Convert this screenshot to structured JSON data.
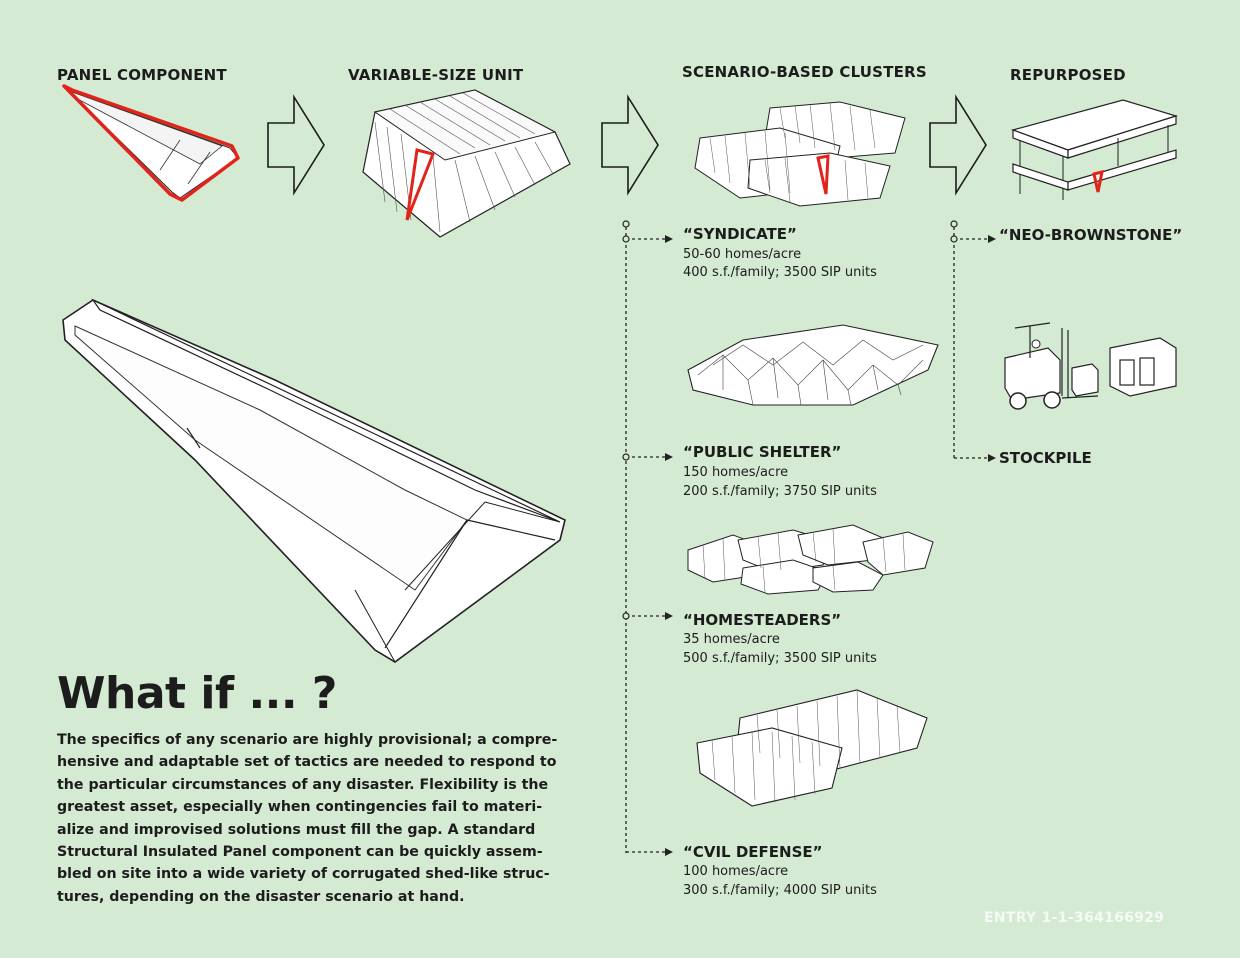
{
  "columns": {
    "panel": "PANEL COMPONENT",
    "unit": "VARIABLE-SIZE UNIT",
    "clusters": "SCENARIO-BASED CLUSTERS",
    "repurposed": "REPURPOSED"
  },
  "scenarios": [
    {
      "name": "“SYNDICATE”",
      "density": "50-60 homes/acre",
      "detail": "400 s.f./family; 3500 SIP units"
    },
    {
      "name": "“PUBLIC SHELTER”",
      "density": "150 homes/acre",
      "detail": "200 s.f./family; 3750 SIP units"
    },
    {
      "name": "“HOMESTEADERS”",
      "density": "35 homes/acre",
      "detail": "500 s.f./family; 3500 SIP units"
    },
    {
      "name": "“CVIL DEFENSE”",
      "density": "100 homes/acre",
      "detail": "300 s.f./family; 4000 SIP units"
    }
  ],
  "repurposed_items": [
    "“NEO-BROWNSTONE”",
    "STOCKPILE"
  ],
  "headline": "What if ... ?",
  "body_lines": [
    "The specifics of any scenario are highly provisional; a compre-",
    "hensive and adaptable set of tactics are needed to respond to",
    "the particular circumstances of any disaster. Flexibility is the",
    "greatest asset, especially when contingencies fail to materi-",
    "alize and improvised solutions must fill the gap. A standard",
    "Structural Insulated Panel component can be quickly assem-",
    "bled on site into a wide variety of corrugated shed-like struc-",
    "tures, depending on the disaster scenario at hand."
  ],
  "entry": "ENTRY 1-1-364166929",
  "colors": {
    "background": "#d4ead3",
    "highlight": "#e2231a",
    "ink": "#1c1c1c"
  }
}
